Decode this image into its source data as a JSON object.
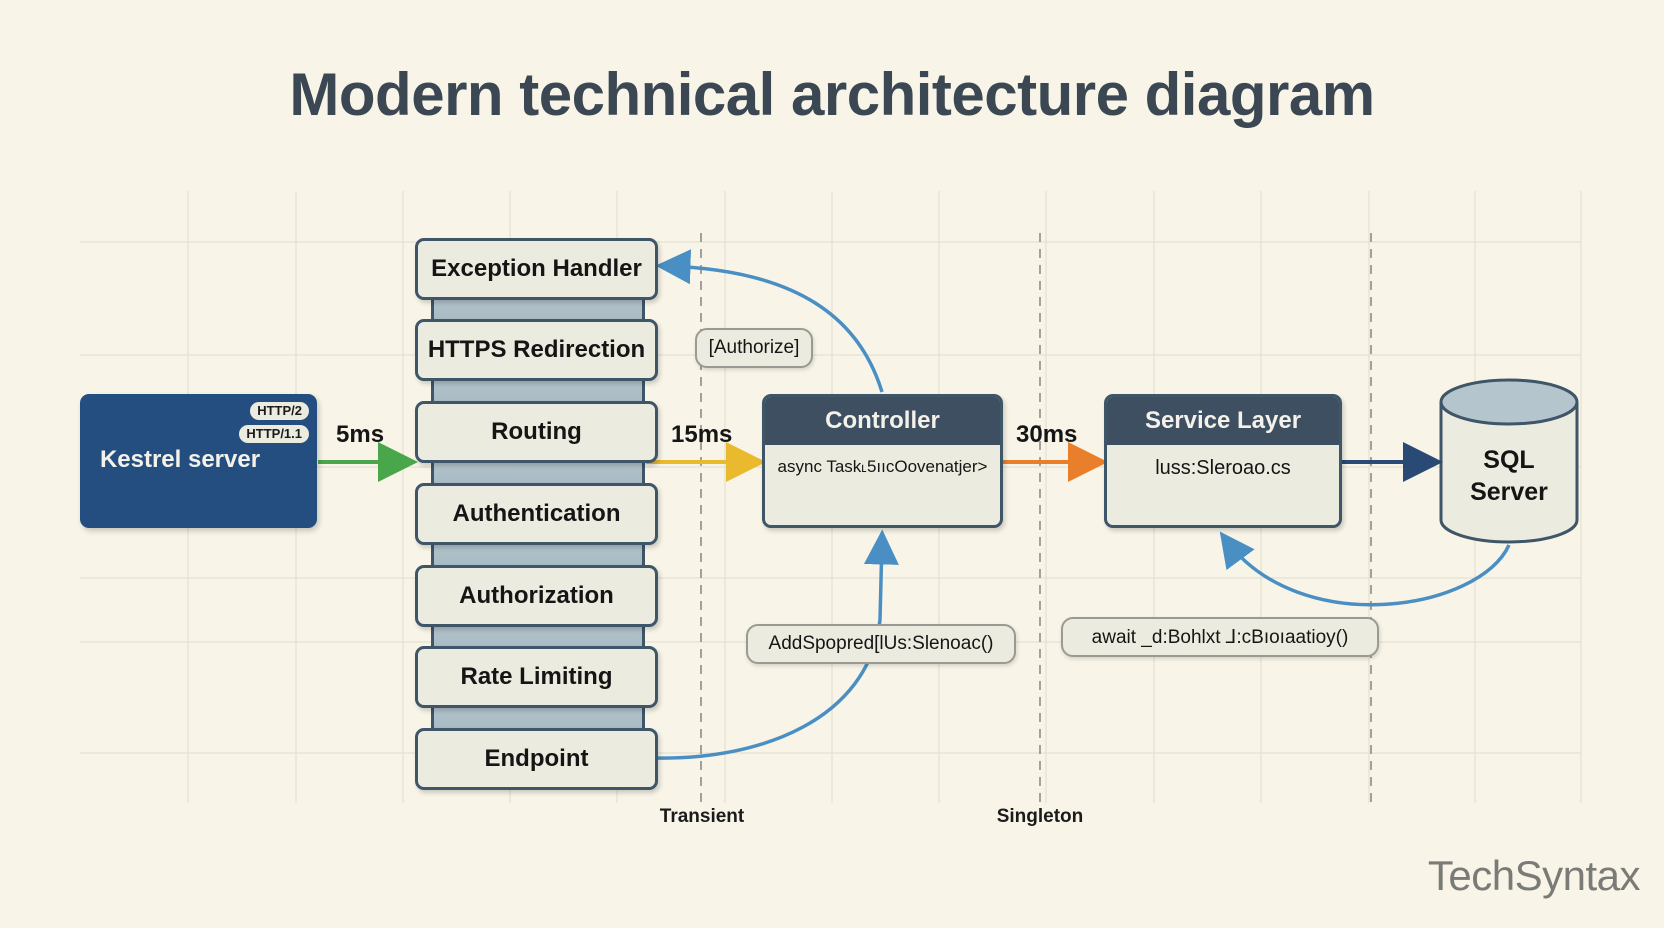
{
  "title": "Modern technical architecture diagram",
  "colors": {
    "background": "#f8f5e8",
    "kestrel_fill": "#244e7f",
    "box_fill": "#ecebdf",
    "box_border": "#3f5568",
    "header_fill": "#3d4f60",
    "arrow_green": "#4aa64a",
    "arrow_yellow": "#e9b92e",
    "arrow_orange": "#ea7f2b",
    "arrow_navy": "#2a4a76",
    "arrow_blue": "#4a8fc4"
  },
  "kestrel": {
    "label": "Kestrel server",
    "protocols": [
      "HTTP/2",
      "HTTP/1.1"
    ]
  },
  "middleware": [
    "Exception Handler",
    "HTTPS Redirection",
    "Routing",
    "Authentication",
    "Authorization",
    "Rate Limiting",
    "Endpoint"
  ],
  "latencies": {
    "kestrel_to_pipeline": "5ms",
    "pipeline_to_controller": "15ms",
    "controller_to_service": "30ms"
  },
  "controller": {
    "title": "Controller",
    "code": "async Task˪5ııcOovenatjer>"
  },
  "service": {
    "title": "Service Layer",
    "code": "luss:Sleroao.cs"
  },
  "database": {
    "line1": "SQL",
    "line2": "Server"
  },
  "annotations": {
    "authorize": "[Authorize]",
    "add_scoped": "AddSpopred[lUs:Slenoac()",
    "await_call": "await _d:Bohlxt ⅃:cBıoıaatioy()"
  },
  "lifetimes": {
    "transient": "Transient",
    "singleton": "Singleton"
  },
  "brand": "TechSyntax"
}
